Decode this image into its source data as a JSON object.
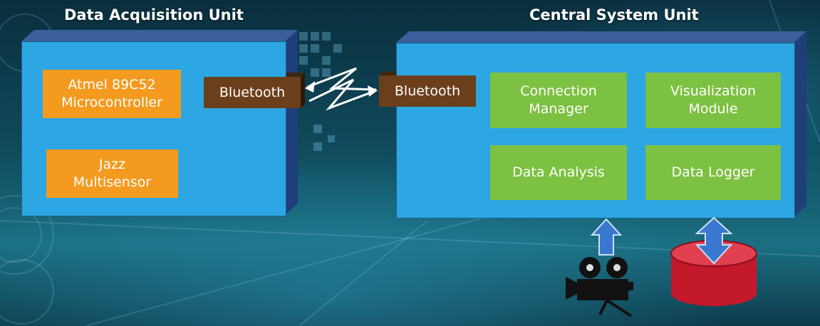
{
  "acquisition_unit": {
    "title": "Data Acquisition Unit",
    "blocks": {
      "microcontroller": "Atmel 89C52\nMicrocontroller",
      "multisensor": "Jazz\nMultisensor",
      "bluetooth": "Bluetooth"
    }
  },
  "central_unit": {
    "title": "Central System Unit",
    "blocks": {
      "bluetooth": "Bluetooth",
      "connection_manager": "Connection\nManager",
      "visualization_module": "Visualization\nModule",
      "data_analysis": "Data Analysis",
      "data_logger": "Data Logger"
    }
  },
  "icons": {
    "wireless_link": "lightning-zigzag-double-arrow",
    "camera": "movie-camera-icon",
    "database": "database-cylinder-icon"
  },
  "colors": {
    "panel": "#2ca7e3",
    "orange_block": "#f39a1f",
    "brown_block": "#6b3f1c",
    "green_block": "#7dc142",
    "database": "#c4192b",
    "arrow": "#3a78d0"
  }
}
